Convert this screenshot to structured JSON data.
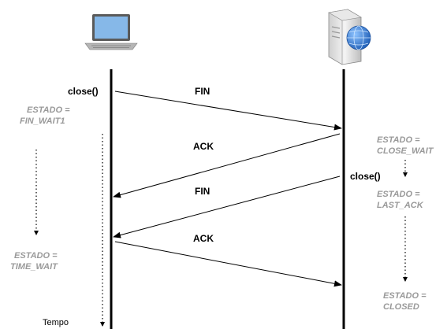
{
  "diagram": {
    "client_actor_icon": "laptop-icon",
    "server_actor_icon": "web-server-icon",
    "messages": [
      {
        "label": "FIN",
        "from": "client",
        "to": "server"
      },
      {
        "label": "ACK",
        "from": "server",
        "to": "client"
      },
      {
        "label": "FIN",
        "from": "server",
        "to": "client"
      },
      {
        "label": "ACK",
        "from": "client",
        "to": "server"
      }
    ],
    "client": {
      "close_call": "close()",
      "state1_line1": "ESTADO =",
      "state1_line2": "FIN_WAIT1",
      "state2_line1": "ESTADO =",
      "state2_line2": "TIME_WAIT"
    },
    "server": {
      "close_call": "close()",
      "state1_line1": "ESTADO =",
      "state1_line2": "CLOSE_WAIT",
      "state2_line1": "ESTADO =",
      "state2_line2": "LAST_ACK",
      "state3_line1": "ESTADO =",
      "state3_line2": "CLOSED"
    },
    "time_label": "Tempo",
    "colors": {
      "line": "#000000",
      "state_text": "#9a9a9a",
      "laptop_screen": "#86b8e8",
      "globe": "#3a7fd5"
    }
  }
}
